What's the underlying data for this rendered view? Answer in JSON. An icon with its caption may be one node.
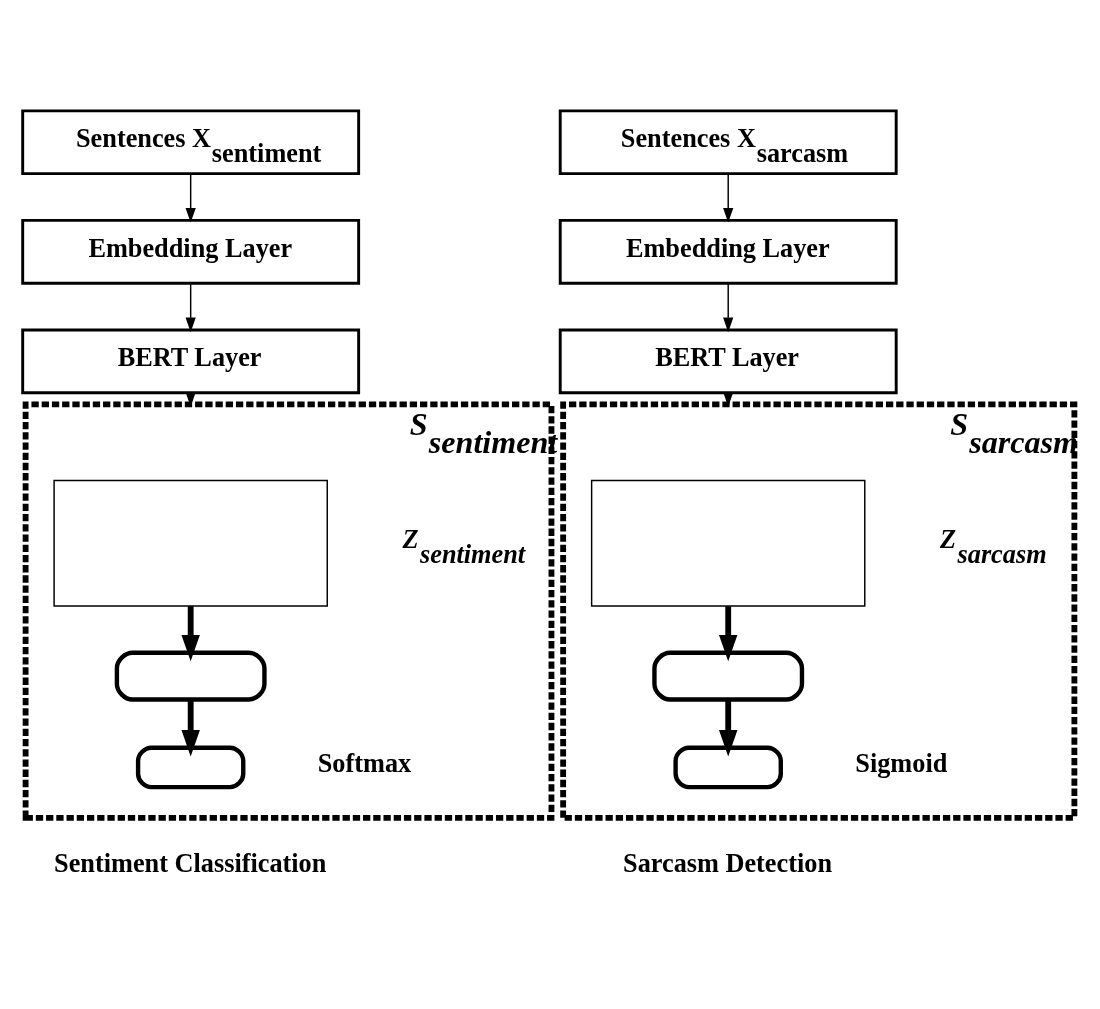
{
  "diagram": {
    "nodes": [
      {
        "text": [
          "Sentences X$_{sentiment}$"
        ]
      },
      {
        "text": [
          "Embedding Layer"
        ]
      },
      {
        "text": [
          "BERT Layer"
        ]
      },
      {
        "text": [
          "S$_{sentiment}$"
        ],
        "beside": [
          "Sentiment Classification"
        ]
      },
      {
        "text": [],
        "shape": "box",
        "in": 3,
        "beside": [
          "Z$_{sentiment}$"
        ]
      },
      {
        "text": [],
        "shape": "box",
        "in": 3
      },
      {
        "text": [],
        "shape": "box",
        "in": 3,
        "beside": [
          "Softmax"
        ]
      },
      {
        "text": [
          "Sentences X$_{sarcasm}$"
        ]
      },
      {
        "text": [
          "Embedding Layer"
        ]
      },
      {
        "text": [
          "BERT Layer"
        ]
      },
      {
        "text": [
          "S$_{sarcasm}$"
        ],
        "beside": [
          "Sarcasm Detection"
        ]
      },
      {
        "text": [],
        "shape": "box",
        "in": 10,
        "beside": [
          "Z$_{sarcasm}$"
        ]
      },
      {
        "text": [],
        "shape": "box",
        "in": 10
      },
      {
        "text": [],
        "shape": "box",
        "in": 10,
        "beside": [
          "Sigmoid"
        ]
      }
    ],
    "edges": [
      {
        "from": 0,
        "to": 1,
        "arrow": "to"
      },
      {
        "from": 1,
        "to": 2,
        "arrow": "to"
      },
      {
        "from": 2,
        "to": 3,
        "arrow": "to"
      },
      {
        "from": 4,
        "to": 5,
        "arrow": "to",
        "style": "thick"
      },
      {
        "from": 5,
        "to": 6,
        "arrow": "to",
        "style": "thick"
      },
      {
        "from": 7,
        "to": 8,
        "arrow": "to"
      },
      {
        "from": 8,
        "to": 9,
        "arrow": "to"
      },
      {
        "from": 9,
        "to": 10,
        "arrow": "to"
      },
      {
        "from": 11,
        "to": 12,
        "arrow": "to",
        "style": "thick"
      },
      {
        "from": 12,
        "to": 13,
        "arrow": "to",
        "style": "thick"
      }
    ]
  }
}
